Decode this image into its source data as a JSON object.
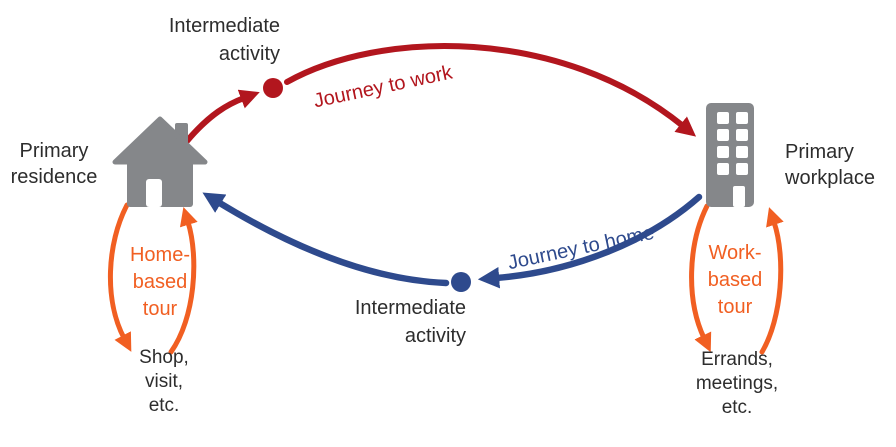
{
  "colors": {
    "red": "#b2161e",
    "blue": "#2e4a8d",
    "orange": "#f15f22",
    "gray": "#85878a",
    "text": "#2d2d2d",
    "background": "#ffffff"
  },
  "labels": {
    "intermediate_top": "Intermediate\nactivity",
    "journey_to_work": "Journey to work",
    "primary_residence": "Primary\nresidence",
    "primary_workplace": "Primary\nworkplace",
    "journey_to_home": "Journey to home",
    "intermediate_bottom": "Intermediate\nactivity",
    "home_based_tour": "Home-\nbased\ntour",
    "home_tour_examples": "Shop,\nvisit,\netc.",
    "work_based_tour": "Work-\nbased\ntour",
    "work_tour_examples": "Errands,\nmeetings,\netc."
  },
  "icons": {
    "residence": "house-icon",
    "workplace": "building-icon",
    "work_stop": "red-intermediate-dot",
    "home_stop": "blue-intermediate-dot",
    "tours": "orange-loop-arrows"
  }
}
